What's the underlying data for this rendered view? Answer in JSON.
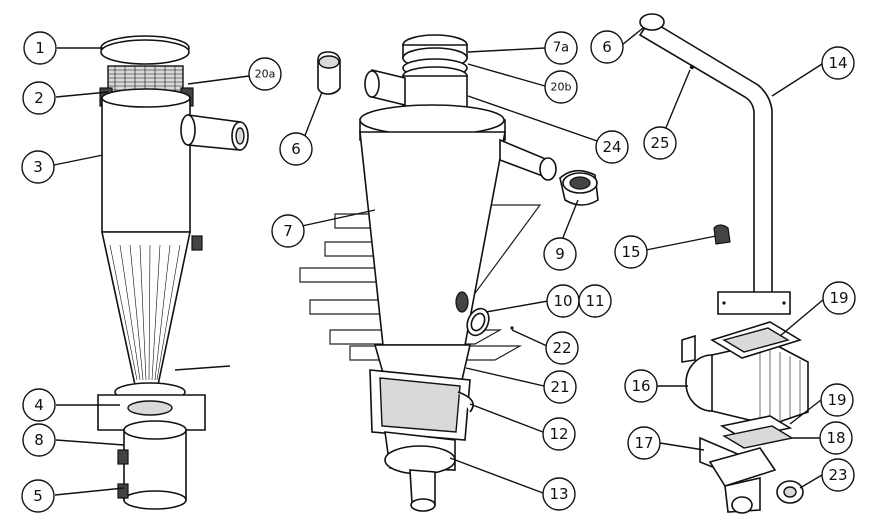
{
  "callouts": [
    {
      "id": "1",
      "label": "1"
    },
    {
      "id": "2",
      "label": "2"
    },
    {
      "id": "3",
      "label": "3"
    },
    {
      "id": "4",
      "label": "4"
    },
    {
      "id": "8",
      "label": "8"
    },
    {
      "id": "5",
      "label": "5"
    },
    {
      "id": "20a",
      "label": "20a"
    },
    {
      "id": "6a",
      "label": "6"
    },
    {
      "id": "7",
      "label": "7"
    },
    {
      "id": "7a",
      "label": "7a"
    },
    {
      "id": "20b",
      "label": "20b"
    },
    {
      "id": "24",
      "label": "24"
    },
    {
      "id": "9",
      "label": "9"
    },
    {
      "id": "10",
      "label": "10"
    },
    {
      "id": "11",
      "label": "11"
    },
    {
      "id": "22",
      "label": "22"
    },
    {
      "id": "21",
      "label": "21"
    },
    {
      "id": "12",
      "label": "12"
    },
    {
      "id": "13",
      "label": "13"
    },
    {
      "id": "6b",
      "label": "6"
    },
    {
      "id": "14",
      "label": "14"
    },
    {
      "id": "25",
      "label": "25"
    },
    {
      "id": "15",
      "label": "15"
    },
    {
      "id": "19a",
      "label": "19"
    },
    {
      "id": "16",
      "label": "16"
    },
    {
      "id": "19b",
      "label": "19"
    },
    {
      "id": "17",
      "label": "17"
    },
    {
      "id": "18",
      "label": "18"
    },
    {
      "id": "23",
      "label": "23"
    }
  ]
}
